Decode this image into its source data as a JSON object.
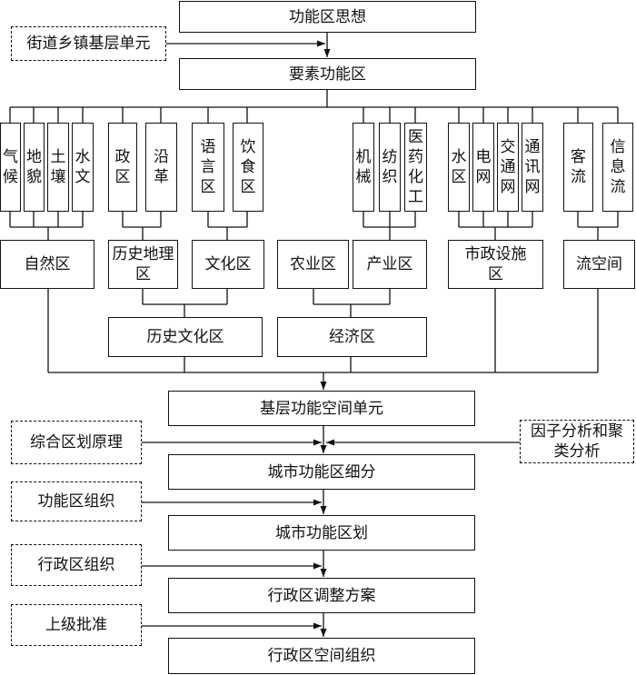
{
  "top": {
    "ideas": "功能区思想",
    "street_unit": "街道乡镇基层单元",
    "element_zone": "要素功能区"
  },
  "elements": {
    "qihou": "气候",
    "dimao": "地貌",
    "turang": "土壤",
    "shuiwen": "水文",
    "zhengqu": "政区",
    "yange": "沿革",
    "yuyanqu": "语言区",
    "yinshiqu": "饮食区",
    "jixie": "机械",
    "fangzhi": "纺织",
    "yiyao": "医药化工",
    "shuiqu": "水区",
    "dianwang": "电网",
    "jiaotongwang": "交通网",
    "tongxunwang": "通讯网",
    "keliu": "客流",
    "xinxiliu": "信息流"
  },
  "zones": {
    "natural": "自然区",
    "history_geo": "历史地理区",
    "culture": "文化区",
    "agriculture": "农业区",
    "industry": "产业区",
    "municipal": "市政设施区",
    "flow_space": "流空间"
  },
  "groups": {
    "history_culture": "历史文化区",
    "economy": "经济区"
  },
  "flow": {
    "basic_unit": "基层功能空间单元",
    "subdivision": "城市功能区细分",
    "division": "城市功能区划",
    "adjustment": "行政区调整方案",
    "spatial_org": "行政区空间组织"
  },
  "inputs": {
    "principle": "综合区划原理",
    "factor": "因子分析和聚类分析",
    "func_org": "功能区组织",
    "admin_org": "行政区组织",
    "approval": "上级批准"
  }
}
